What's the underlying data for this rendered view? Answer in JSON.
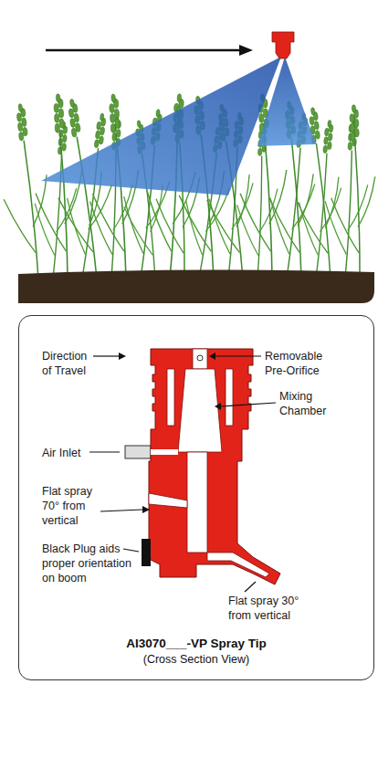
{
  "diagram": {
    "nodes": [
      {
        "text": [
          "AI3070___-VP Spray Tip",
          "(Cross Section View)"
        ]
      }
    ],
    "labels": [
      "Direction of Travel",
      "Removable Pre-Orifice",
      "Mixing Chamber",
      "Air Inlet",
      "Flat spray 70° from vertical",
      "Black Plug aids proper orientation on boom",
      "Flat spray 30° from vertical"
    ]
  }
}
